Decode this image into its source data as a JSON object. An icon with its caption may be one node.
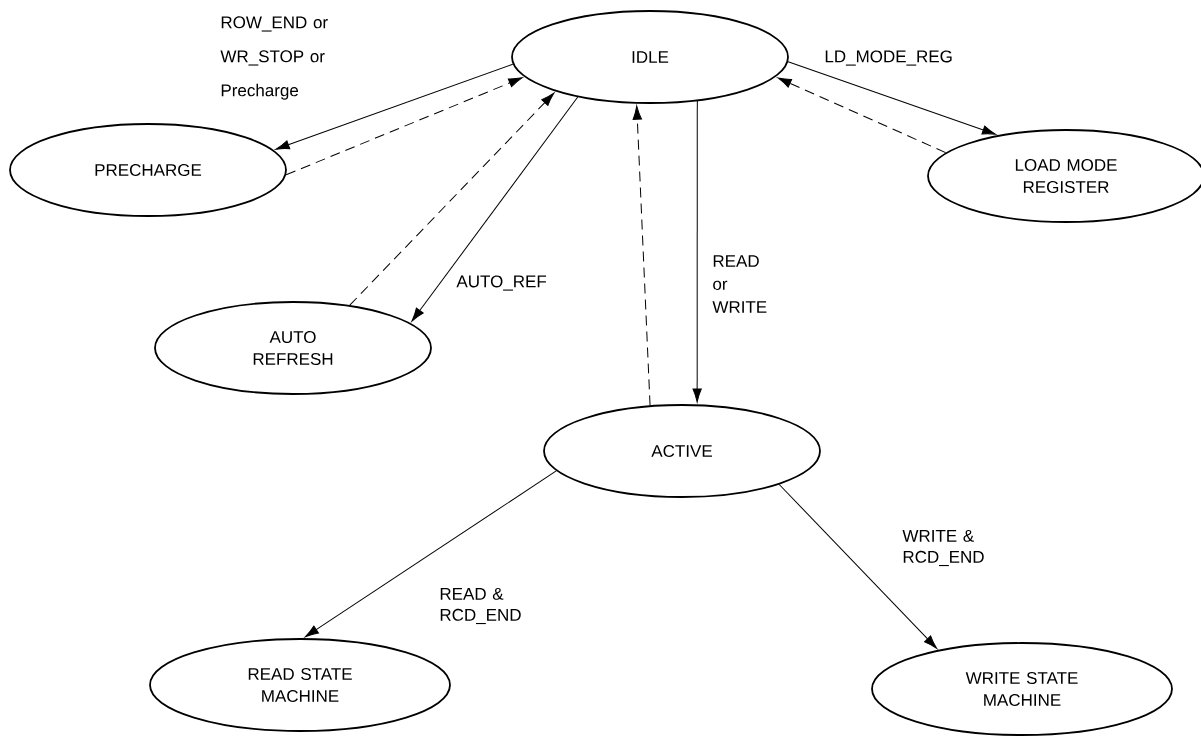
{
  "diagram": {
    "nodes": [
      {
        "text": [
          "IDLE"
        ]
      },
      {
        "text": [
          "PRECHARGE"
        ]
      },
      {
        "text": [
          "AUTO REFRESH"
        ]
      },
      {
        "text": [
          "LOAD MODE REGISTER"
        ]
      },
      {
        "text": [
          "ACTIVE"
        ]
      },
      {
        "text": [
          "READ STATE MACHINE"
        ]
      },
      {
        "text": [
          "WRITE STATE MACHINE"
        ]
      }
    ],
    "edges": [
      {
        "from": 0,
        "to": 1,
        "arrow": "to",
        "label": "ROW_END or WR_STOP or Precharge"
      },
      {
        "from": 1,
        "to": 0,
        "arrow": "to",
        "style": "dashed"
      },
      {
        "from": 2,
        "to": 0,
        "arrow": "to",
        "style": "dashed"
      },
      {
        "from": 0,
        "to": 2,
        "arrow": "to",
        "label": "AUTO_REF"
      },
      {
        "from": 4,
        "to": 0,
        "arrow": "to",
        "style": "dashed"
      },
      {
        "from": 0,
        "to": 4,
        "arrow": "to",
        "label": "READ or WRITE"
      },
      {
        "from": 0,
        "to": 3,
        "arrow": "to",
        "label": "LD_MODE_REG"
      },
      {
        "from": 3,
        "to": 0,
        "arrow": "to",
        "style": "dashed"
      },
      {
        "from": 4,
        "to": 5,
        "arrow": "to",
        "label": "READ & RCD_END"
      },
      {
        "from": 4,
        "to": 6,
        "arrow": "to",
        "label": "WRITE & RCD_END"
      }
    ]
  }
}
